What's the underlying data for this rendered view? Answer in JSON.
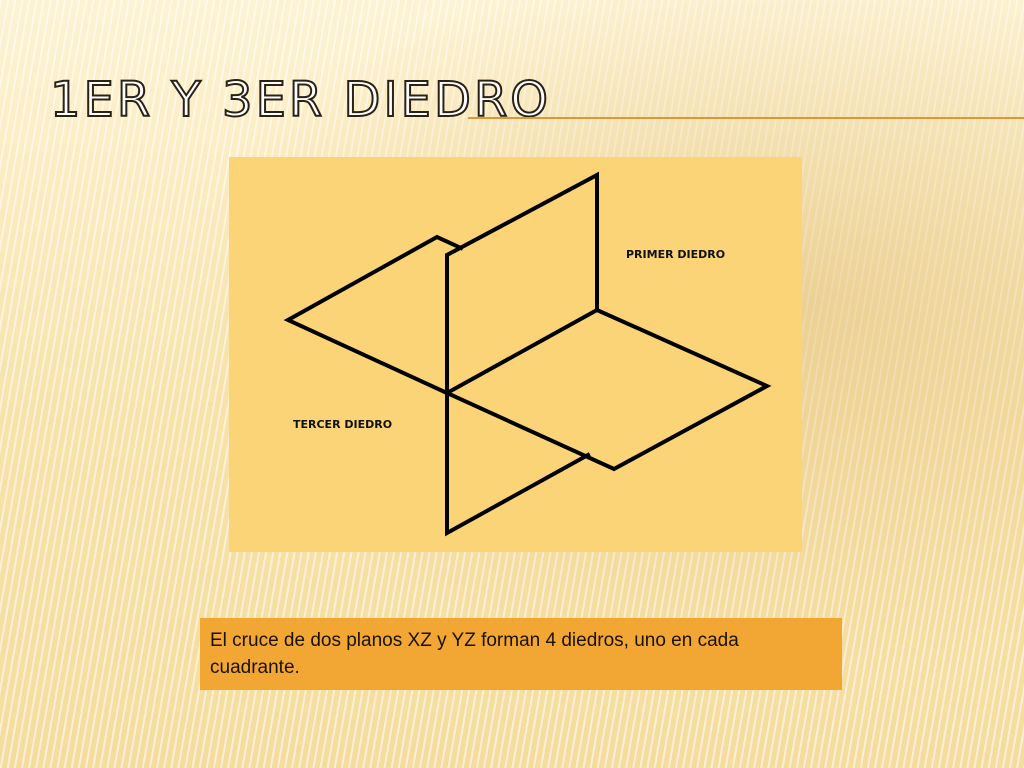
{
  "slide": {
    "title": "1ER Y 3ER DIEDRO",
    "accent_color": "#d99a35"
  },
  "diagram": {
    "background_color": "#fbd478",
    "labels": {
      "primer": "PRIMER DIEDRO",
      "tercer": "TERCER DIEDRO"
    }
  },
  "caption": {
    "text_before_xz": "El cruce de dos planos ",
    "xz": "XZ",
    "text_y": " y ",
    "yz": "YZ",
    "text_after_yz": "  forman 4 diedros, uno en cada cuadrante.",
    "background_color": "#f2a634"
  }
}
